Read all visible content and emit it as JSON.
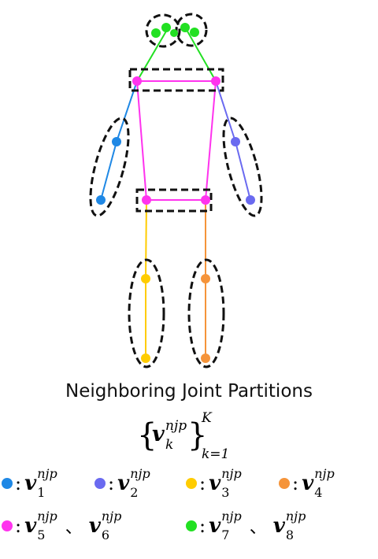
{
  "title": "Neighboring Joint Partitions",
  "formula": {
    "bracket_left": "{",
    "bracket_right": "}",
    "symbol": "v",
    "superscript": "njp",
    "subscript": "k",
    "upper_limit": "K",
    "lower_limit": "k=1"
  },
  "legend": [
    {
      "color": "#1f88e5",
      "parts": [
        {
          "symbol": "v",
          "sup": "njp",
          "sub": "1"
        }
      ]
    },
    {
      "color": "#6a6af0",
      "parts": [
        {
          "symbol": "v",
          "sup": "njp",
          "sub": "2"
        }
      ]
    },
    {
      "color": "#ffcc00",
      "parts": [
        {
          "symbol": "v",
          "sup": "njp",
          "sub": "3"
        }
      ]
    },
    {
      "color": "#f5943a",
      "parts": [
        {
          "symbol": "v",
          "sup": "njp",
          "sub": "4"
        }
      ]
    },
    {
      "color": "#ff33ee",
      "parts": [
        {
          "symbol": "v",
          "sup": "njp",
          "sub": "5"
        },
        {
          "symbol": "v",
          "sup": "njp",
          "sub": "6"
        }
      ]
    },
    {
      "color": "#22e022",
      "parts": [
        {
          "symbol": "v",
          "sup": "njp",
          "sub": "7"
        },
        {
          "symbol": "v",
          "sup": "njp",
          "sub": "8"
        }
      ]
    }
  ],
  "legend_separator": "、",
  "colors": {
    "arm_left": "#1f88e5",
    "arm_right": "#6a6af0",
    "leg_left": "#ffcc00",
    "leg_right": "#f5943a",
    "torso": "#ff33ee",
    "head": "#22e022",
    "partition_outline": "#111111"
  }
}
